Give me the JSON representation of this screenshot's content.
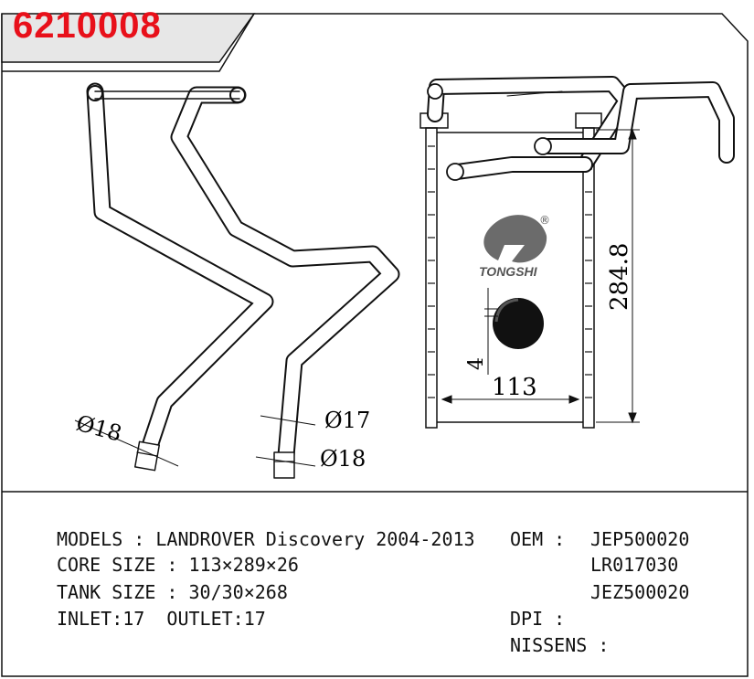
{
  "part_number": "6210008",
  "brand": {
    "name": "TONGSHI",
    "registered_mark": "®"
  },
  "dimensions": {
    "inlet_diameter": "Ø18",
    "outlet_upper_diameter": "Ø17",
    "outlet_lower_diameter": "Ø18",
    "core_width": "113",
    "core_height": "284.8",
    "tube_offset": "4"
  },
  "specs": {
    "models_label": "MODELS",
    "models_value": "LANDROVER Discovery 2004-2013",
    "core_size_label": "CORE SIZE",
    "core_size_value": "113×289×26",
    "tank_size_label": "TANK SIZE",
    "tank_size_value": "30/30×268",
    "inlet_label": "INLET:17",
    "outlet_label": "OUTLET:17",
    "oem_label": "OEM",
    "oem_numbers": [
      "JEP500020",
      "LR017030",
      "JEZ500020"
    ],
    "dpi_label": "DPI",
    "nissens_label": "NISSENS"
  },
  "colors": {
    "part_number": "#e8101a",
    "line": "#111111",
    "logo": "#555555"
  }
}
